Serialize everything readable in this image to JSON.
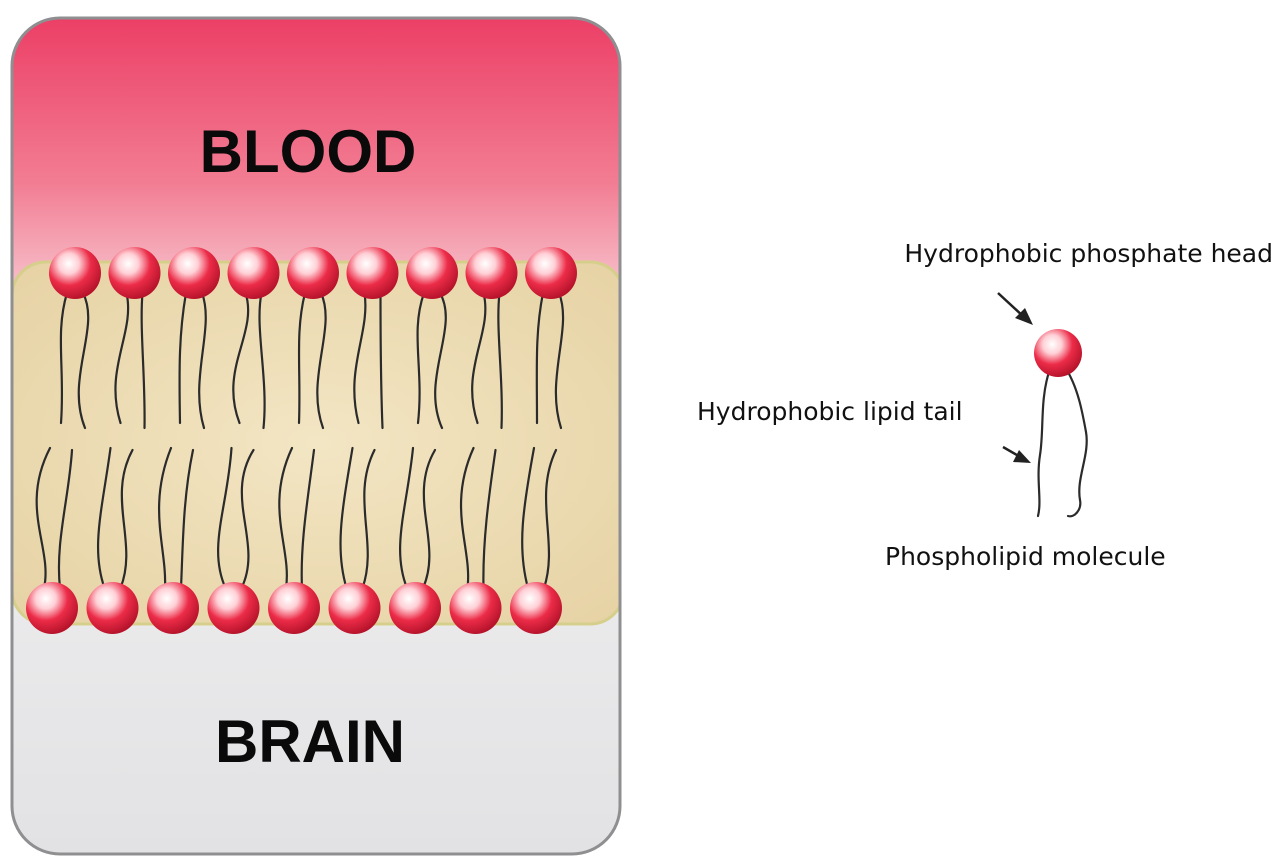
{
  "diagram": {
    "regions": {
      "top": "BLOOD",
      "bottom": "BRAIN"
    },
    "molecule_labels": {
      "head": "Hydrophobic phosphate head",
      "tail": "Hydrophobic lipid tail",
      "caption": "Phospholipid molecule"
    },
    "bilayer": {
      "top_row_heads": 9,
      "bottom_row_heads": 9
    },
    "colors": {
      "blood_gradient_top": "#ef4a6e",
      "blood_gradient_bottom": "#f6c3cc",
      "brain_background": "#e8e8ea",
      "membrane_core": "#ecdcb6",
      "membrane_border": "#d8d08a",
      "phosphate_head": "#e8203c",
      "tail_line": "#2b2b2b",
      "frame_border": "#8f8f92"
    }
  }
}
